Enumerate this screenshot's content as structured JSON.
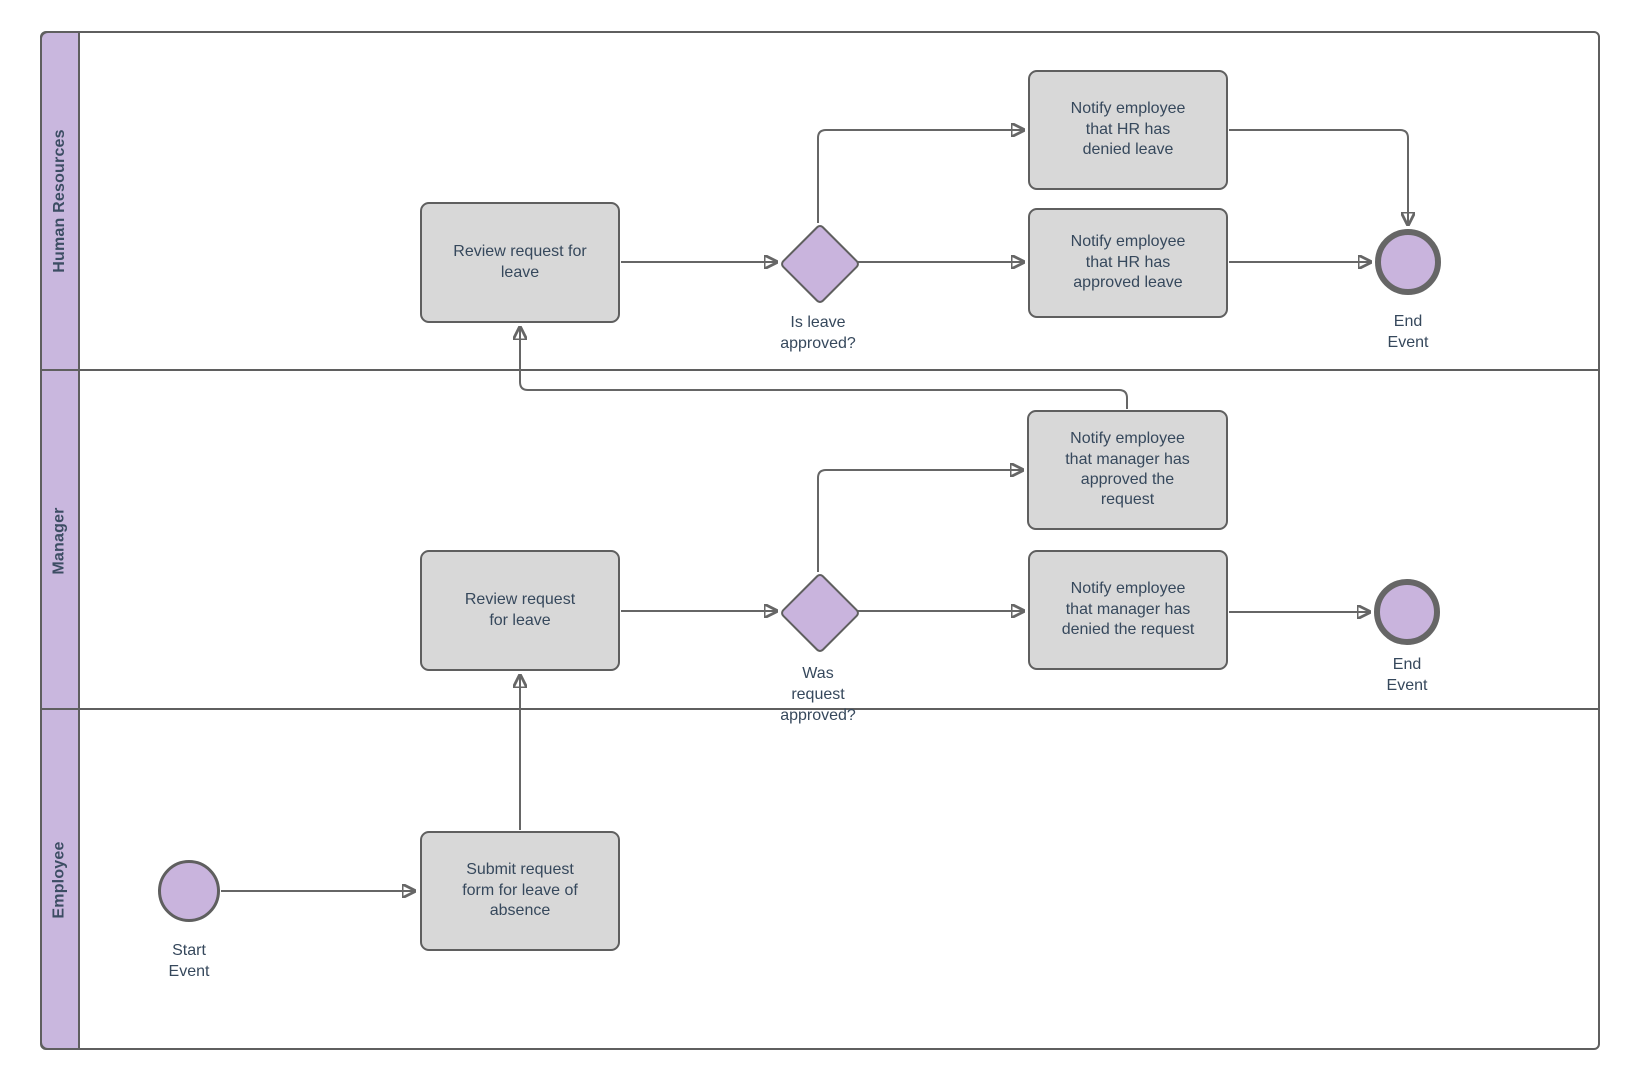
{
  "diagram": {
    "type": "bpmn-swimlane-flowchart",
    "lanes": [
      {
        "label": "Human Resources"
      },
      {
        "label": "Manager"
      },
      {
        "label": "Employee"
      }
    ],
    "nodes": {
      "start_event": {
        "type": "start-event",
        "lane": "Employee",
        "label": "Start Event"
      },
      "submit_request": {
        "type": "task",
        "lane": "Employee",
        "label": "Submit request form for leave of absence"
      },
      "mgr_review": {
        "type": "task",
        "lane": "Manager",
        "label": "Review request for leave"
      },
      "mgr_gateway": {
        "type": "decision",
        "lane": "Manager",
        "label": "Was request approved?"
      },
      "mgr_notify_approved": {
        "type": "task",
        "lane": "Manager",
        "label": "Notify employee that manager has approved the request"
      },
      "mgr_notify_denied": {
        "type": "task",
        "lane": "Manager",
        "label": "Notify employee that manager has denied the request"
      },
      "mgr_end_event": {
        "type": "end-event",
        "lane": "Manager",
        "label": "End Event"
      },
      "hr_review": {
        "type": "task",
        "lane": "Human Resources",
        "label": "Review request for leave"
      },
      "hr_gateway": {
        "type": "decision",
        "lane": "Human Resources",
        "label": "Is leave approved?"
      },
      "hr_notify_denied": {
        "type": "task",
        "lane": "Human Resources",
        "label": "Notify employee that HR has denied leave"
      },
      "hr_notify_approved": {
        "type": "task",
        "lane": "Human Resources",
        "label": "Notify employee that HR has approved leave"
      },
      "hr_end_event": {
        "type": "end-event",
        "lane": "Human Resources",
        "label": "End Event"
      }
    },
    "edges": [
      {
        "from": "start_event",
        "to": "submit_request"
      },
      {
        "from": "submit_request",
        "to": "mgr_review"
      },
      {
        "from": "mgr_review",
        "to": "mgr_gateway"
      },
      {
        "from": "mgr_gateway",
        "to": "mgr_notify_approved"
      },
      {
        "from": "mgr_gateway",
        "to": "mgr_notify_denied"
      },
      {
        "from": "mgr_notify_approved",
        "to": "hr_review"
      },
      {
        "from": "mgr_notify_denied",
        "to": "mgr_end_event"
      },
      {
        "from": "hr_review",
        "to": "hr_gateway"
      },
      {
        "from": "hr_gateway",
        "to": "hr_notify_denied"
      },
      {
        "from": "hr_gateway",
        "to": "hr_notify_approved"
      },
      {
        "from": "hr_notify_denied",
        "to": "hr_end_event"
      },
      {
        "from": "hr_notify_approved",
        "to": "hr_end_event"
      }
    ],
    "colors": {
      "lane_fill": "#c9b7de",
      "shape_purple": "#c9b4dd",
      "task_fill": "#d8d8d8",
      "stroke": "#5f5f5f",
      "text": "#36485c",
      "canvas": "#ffffff"
    }
  }
}
